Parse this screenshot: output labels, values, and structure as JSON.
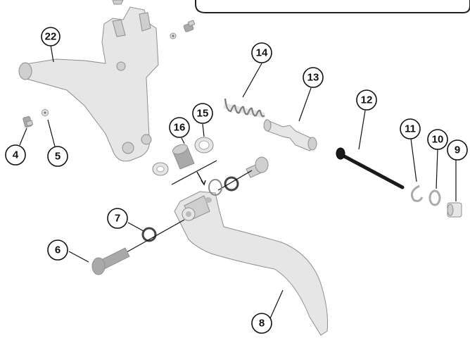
{
  "diagram": {
    "callouts": [
      {
        "id": "22",
        "label": "22"
      },
      {
        "id": "14",
        "label": "14"
      },
      {
        "id": "13",
        "label": "13"
      },
      {
        "id": "12",
        "label": "12"
      },
      {
        "id": "16",
        "label": "16"
      },
      {
        "id": "15",
        "label": "15"
      },
      {
        "id": "11",
        "label": "11"
      },
      {
        "id": "10",
        "label": "10"
      },
      {
        "id": "9",
        "label": "9"
      },
      {
        "id": "4",
        "label": "4"
      },
      {
        "id": "5",
        "label": "5"
      },
      {
        "id": "7",
        "label": "7"
      },
      {
        "id": "6",
        "label": "6"
      },
      {
        "id": "8",
        "label": "8"
      }
    ]
  }
}
